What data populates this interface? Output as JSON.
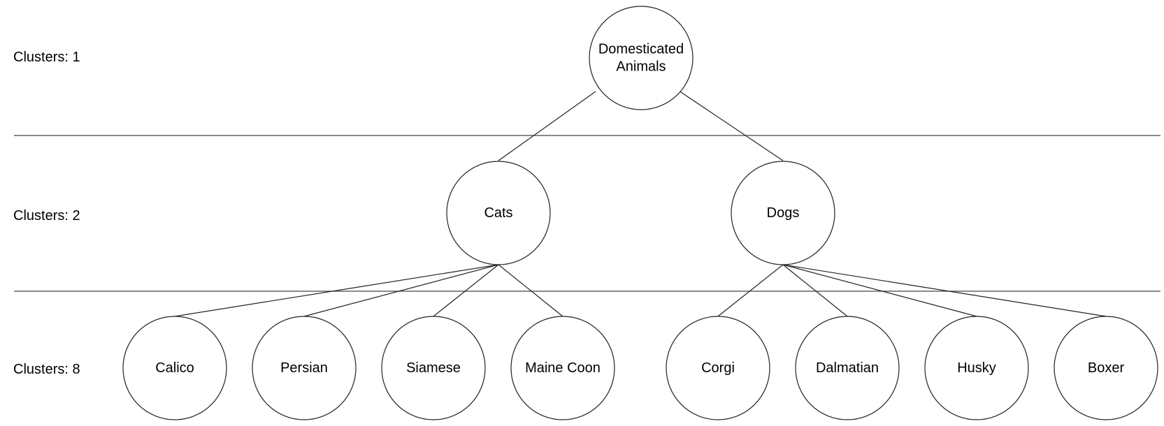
{
  "levels": [
    {
      "label": "Clusters: 1"
    },
    {
      "label": "Clusters: 2"
    },
    {
      "label": "Clusters: 8"
    }
  ],
  "tree": {
    "root": {
      "lines": [
        "Domesticated",
        "Animals"
      ]
    },
    "groups": [
      {
        "lines": [
          "Cats"
        ],
        "children": [
          {
            "lines": [
              "Calico"
            ]
          },
          {
            "lines": [
              "Persian"
            ]
          },
          {
            "lines": [
              "Siamese"
            ]
          },
          {
            "lines": [
              "Maine Coon"
            ]
          }
        ]
      },
      {
        "lines": [
          "Dogs"
        ],
        "children": [
          {
            "lines": [
              "Corgi"
            ]
          },
          {
            "lines": [
              "Dalmatian"
            ]
          },
          {
            "lines": [
              "Husky"
            ]
          },
          {
            "lines": [
              "Boxer"
            ]
          }
        ]
      }
    ]
  }
}
